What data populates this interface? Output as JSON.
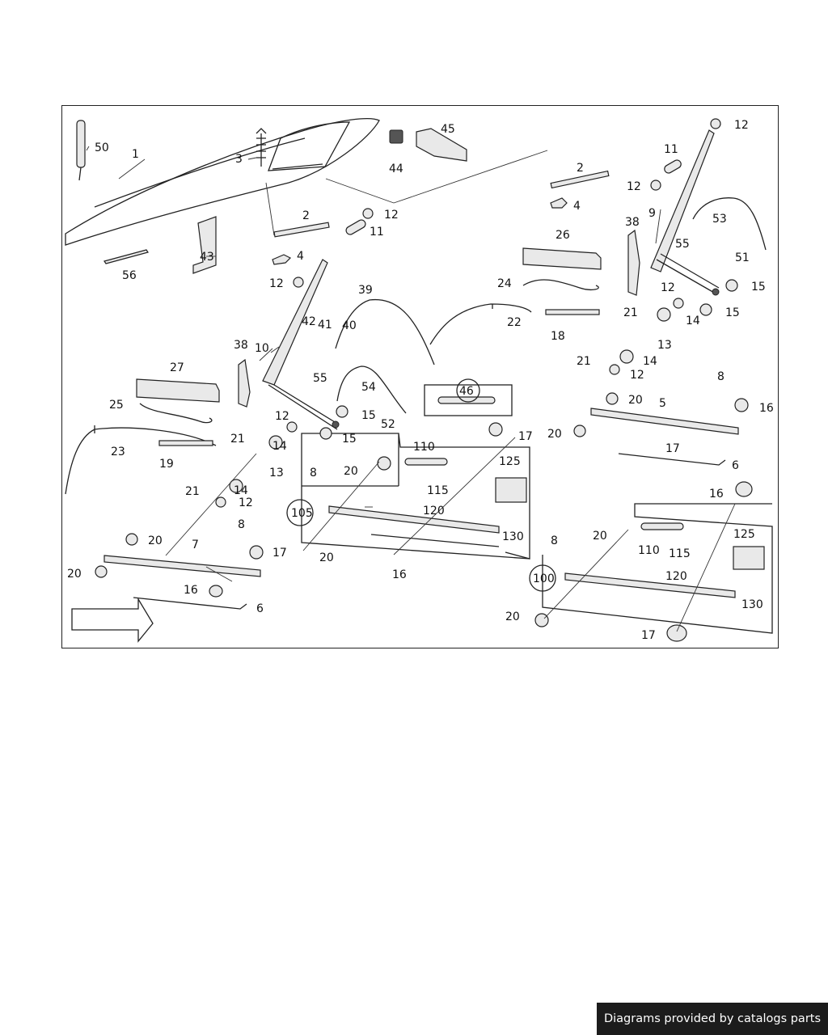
{
  "diagram": {
    "callouts": {
      "c1": "1",
      "c2a": "2",
      "c2b": "2",
      "c3": "3",
      "c4a": "4",
      "c4b": "4",
      "c5": "5",
      "c6a": "6",
      "c6b": "6",
      "c7": "7",
      "c8a": "8",
      "c8b": "8",
      "c8c": "8",
      "c9": "9",
      "c10": "10",
      "c11a": "11",
      "c11b": "11",
      "c12a": "12",
      "c12b": "12",
      "c12c": "12",
      "c12d": "12",
      "c12e": "12",
      "c12f": "12",
      "c12g": "12",
      "c12h": "12",
      "c13a": "13",
      "c13b": "13",
      "c14a": "14",
      "c14b": "14",
      "c14c": "14",
      "c14d": "14",
      "c15a": "15",
      "c15b": "15",
      "c15c": "15",
      "c15d": "15",
      "c16a": "16",
      "c16b": "16",
      "c16c": "16",
      "c16d": "16",
      "c17a": "17",
      "c17b": "17",
      "c17c": "17",
      "c17d": "17",
      "c18": "18",
      "c19": "19",
      "c20a": "20",
      "c20b": "20",
      "c20c": "20",
      "c20d": "20",
      "c20e": "20",
      "c20f": "20",
      "c20g": "20",
      "c20h": "20",
      "c21a": "21",
      "c21b": "21",
      "c21c": "21",
      "c21d": "21",
      "c22": "22",
      "c23": "23",
      "c24": "24",
      "c25": "25",
      "c26": "26",
      "c27": "27",
      "c38a": "38",
      "c38b": "38",
      "c39": "39",
      "c40": "40",
      "c41": "41",
      "c42": "42",
      "c43": "43",
      "c44": "44",
      "c45": "45",
      "c46": "46",
      "c50": "50",
      "c51": "51",
      "c52": "52",
      "c53": "53",
      "c54": "54",
      "c55a": "55",
      "c55b": "55",
      "c56": "56",
      "c100": "100",
      "c105": "105",
      "c110a": "110",
      "c110b": "110",
      "c115a": "115",
      "c115b": "115",
      "c120a": "120",
      "c120b": "120",
      "c125a": "125",
      "c125b": "125",
      "c130a": "130",
      "c130b": "130"
    }
  },
  "footer": {
    "credit": "Diagrams provided by catalogs parts"
  }
}
